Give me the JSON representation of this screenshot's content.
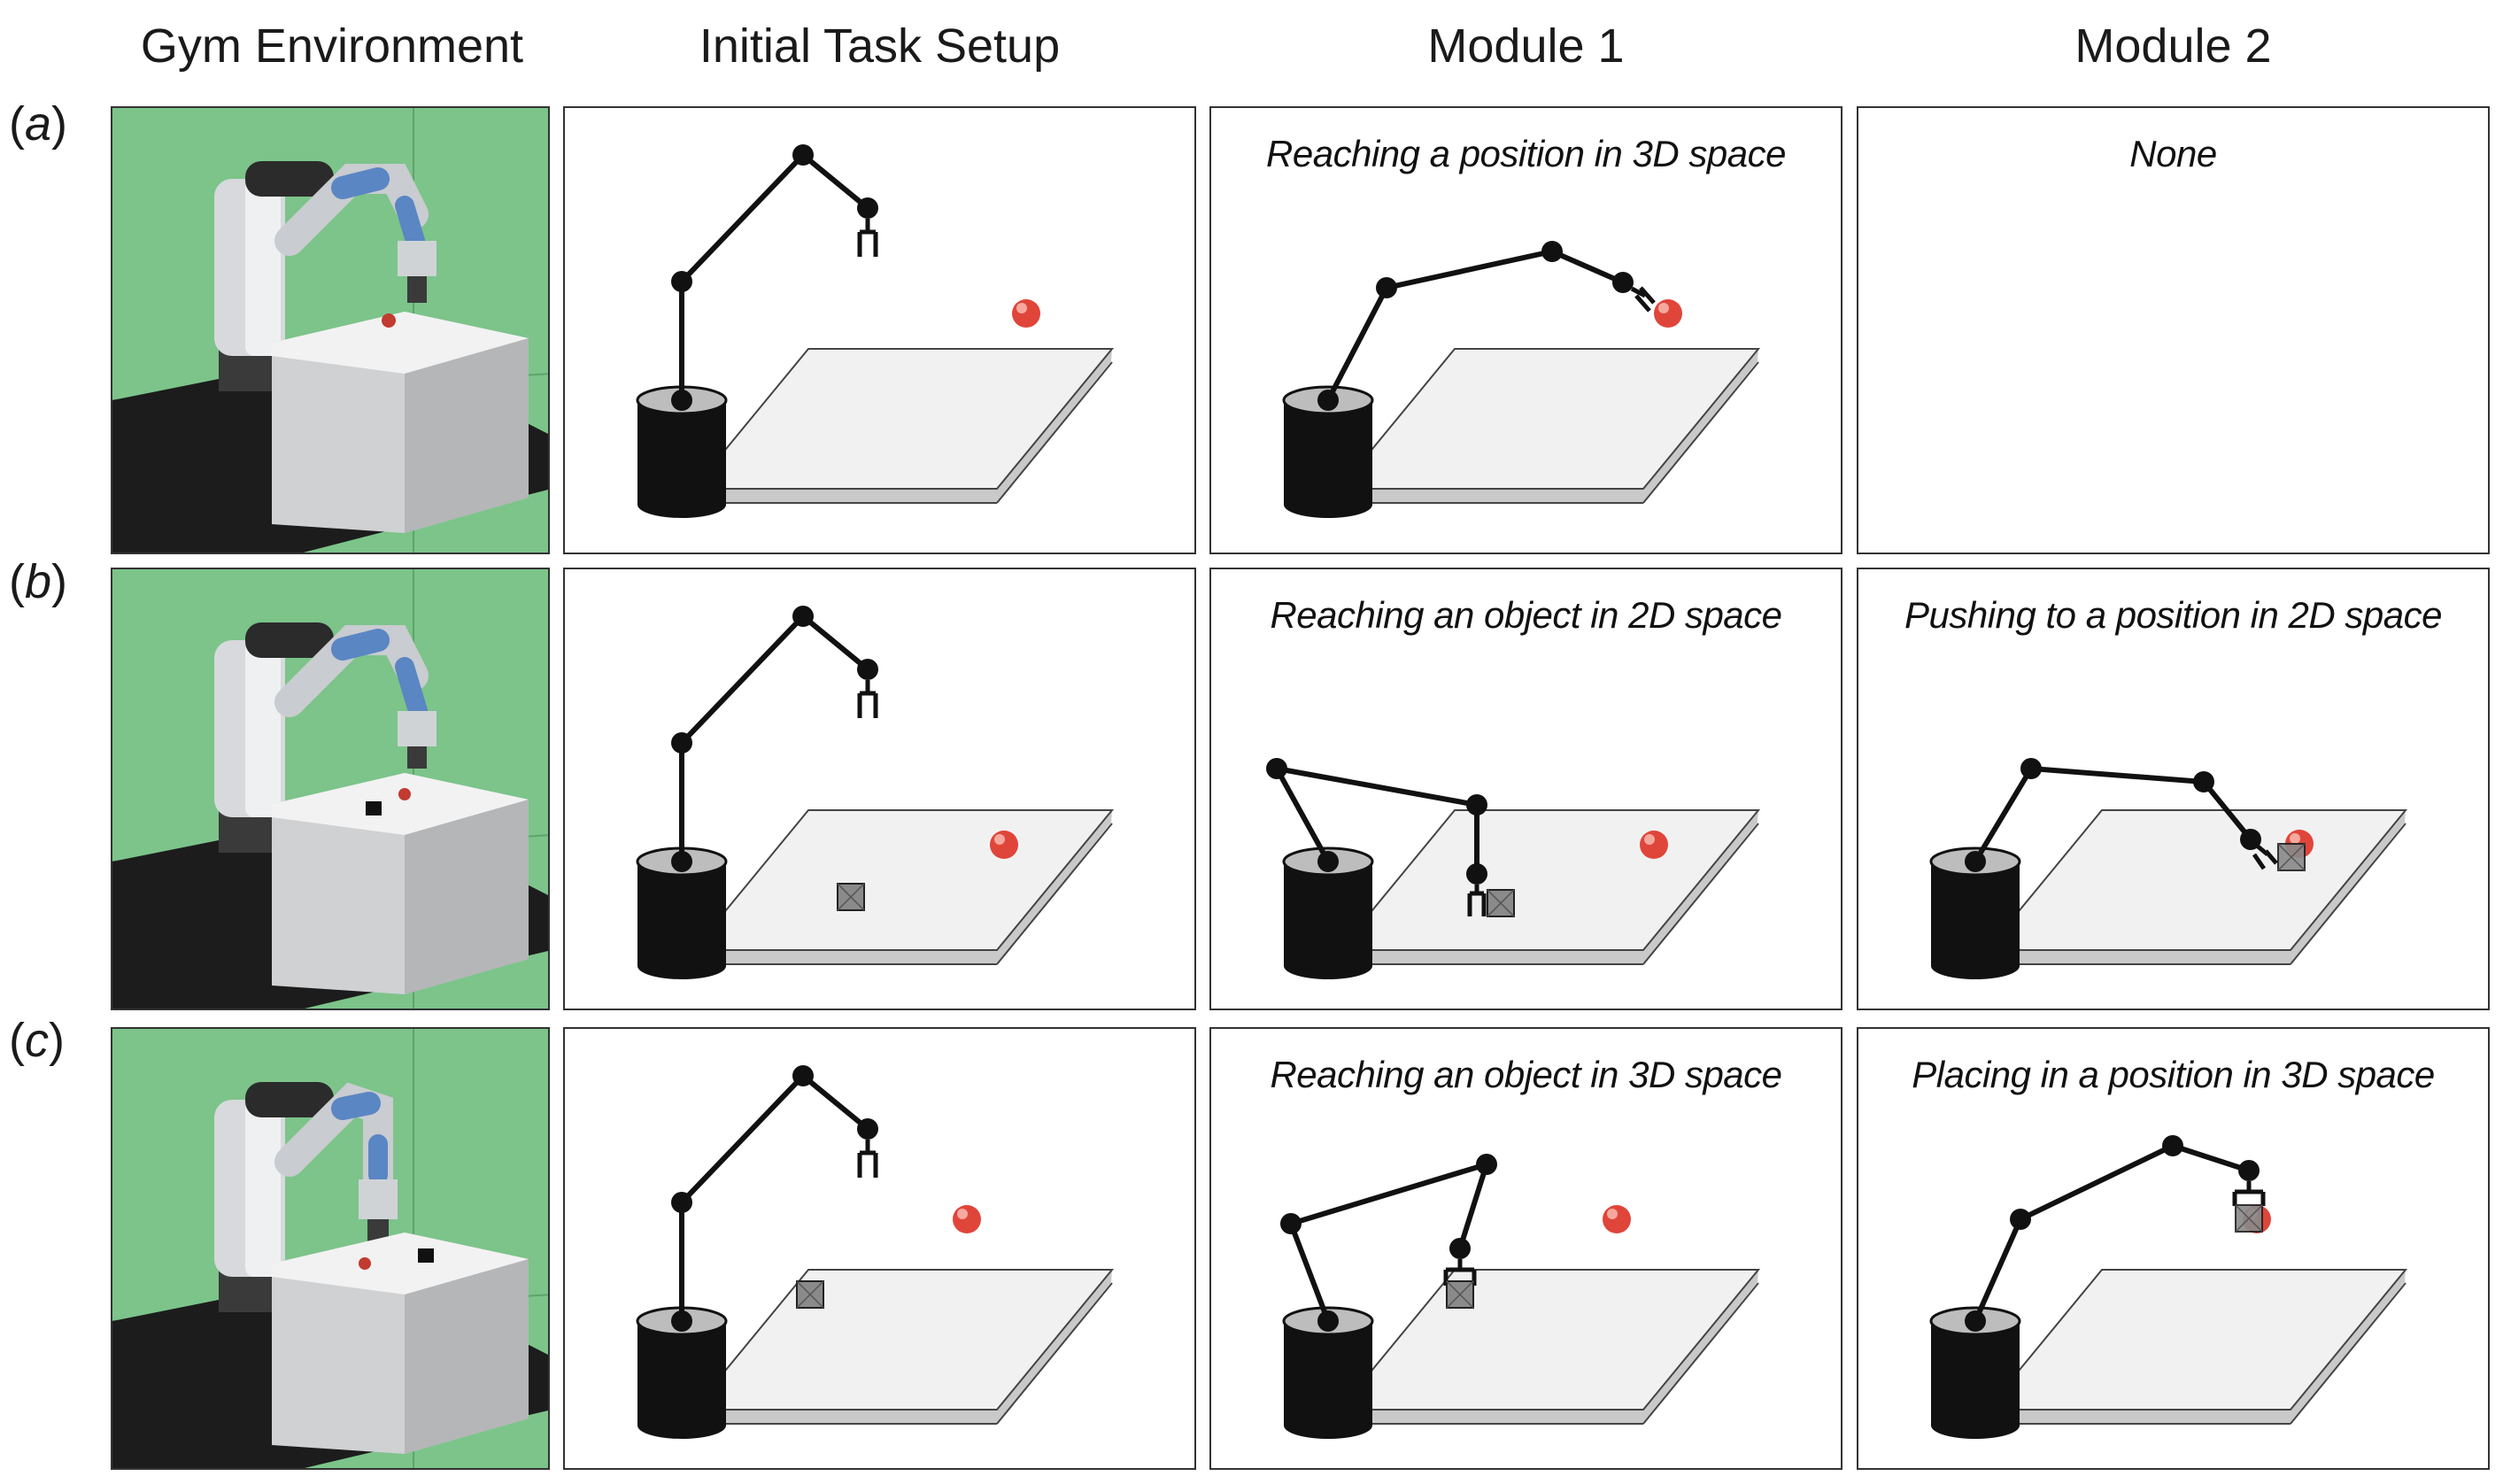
{
  "columns": [
    "Gym Environment",
    "Initial Task Setup",
    "Module 1",
    "Module 2"
  ],
  "rows": [
    {
      "label_open": "(",
      "label_letter": "a",
      "label_close": ")",
      "module1_caption": "Reaching a position in 3D space",
      "module2_caption": "None"
    },
    {
      "label_open": "(",
      "label_letter": "b",
      "label_close": ")",
      "module1_caption": "Reaching an object in 2D space",
      "module2_caption": "Pushing to a position in 2D space"
    },
    {
      "label_open": "(",
      "label_letter": "c",
      "label_close": ")",
      "module1_caption": "Reaching an object in 3D space",
      "module2_caption": "Placing in a position in 3D space"
    }
  ],
  "colors": {
    "background": "#ffffff",
    "sim_background": "#7cc48a",
    "floor": "#1c1c1c",
    "table": "#e9e9e9",
    "robot_link": "#111111",
    "target_sphere": "#e0453a",
    "robot_arm_blue": "#5a86c4"
  }
}
